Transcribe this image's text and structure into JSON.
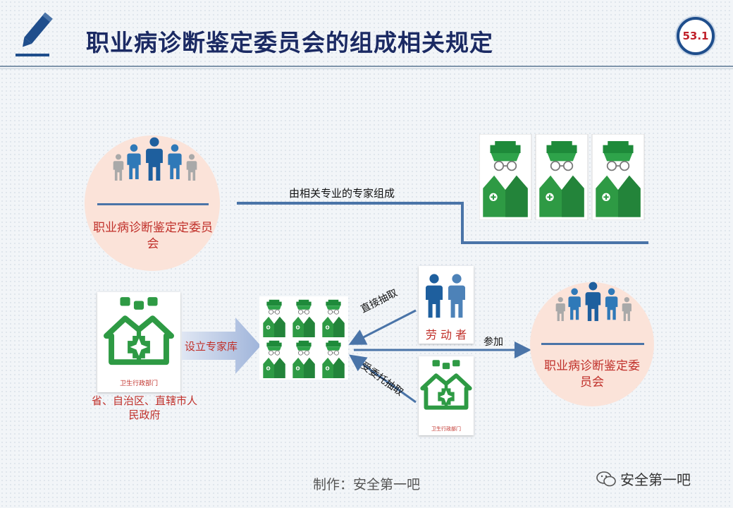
{
  "header": {
    "title": "职业病诊断鉴定委员会的组成相关规定",
    "badge": "53.1",
    "pencil_icon": "pencil-icon"
  },
  "top_section": {
    "committee_label": "职业病诊断鉴定定委员会",
    "experts_label": "由相关专业的专家组成"
  },
  "bottom_section": {
    "health_dept_sign": "卫生行政部门",
    "gov_label": "省、自治区、直辖市人民政府",
    "arrow_label": "设立专家库",
    "direct_label": "直接抽取",
    "worker_label": "劳 动 者",
    "entrusted_label": "受委托抽取",
    "health_dept_sign_small": "卫生行政部门",
    "participate_label": "参加",
    "committee_label": "职业病诊断鉴定委员会"
  },
  "footer": {
    "credit": "制作：安全第一吧",
    "watermark": "安全第一吧"
  },
  "colors": {
    "title": "#1b2a63",
    "accent_blue": "#4a74a8",
    "green": "#2e9a44",
    "red_text": "#c0302a",
    "circle_fill": "#fbe3d9"
  }
}
